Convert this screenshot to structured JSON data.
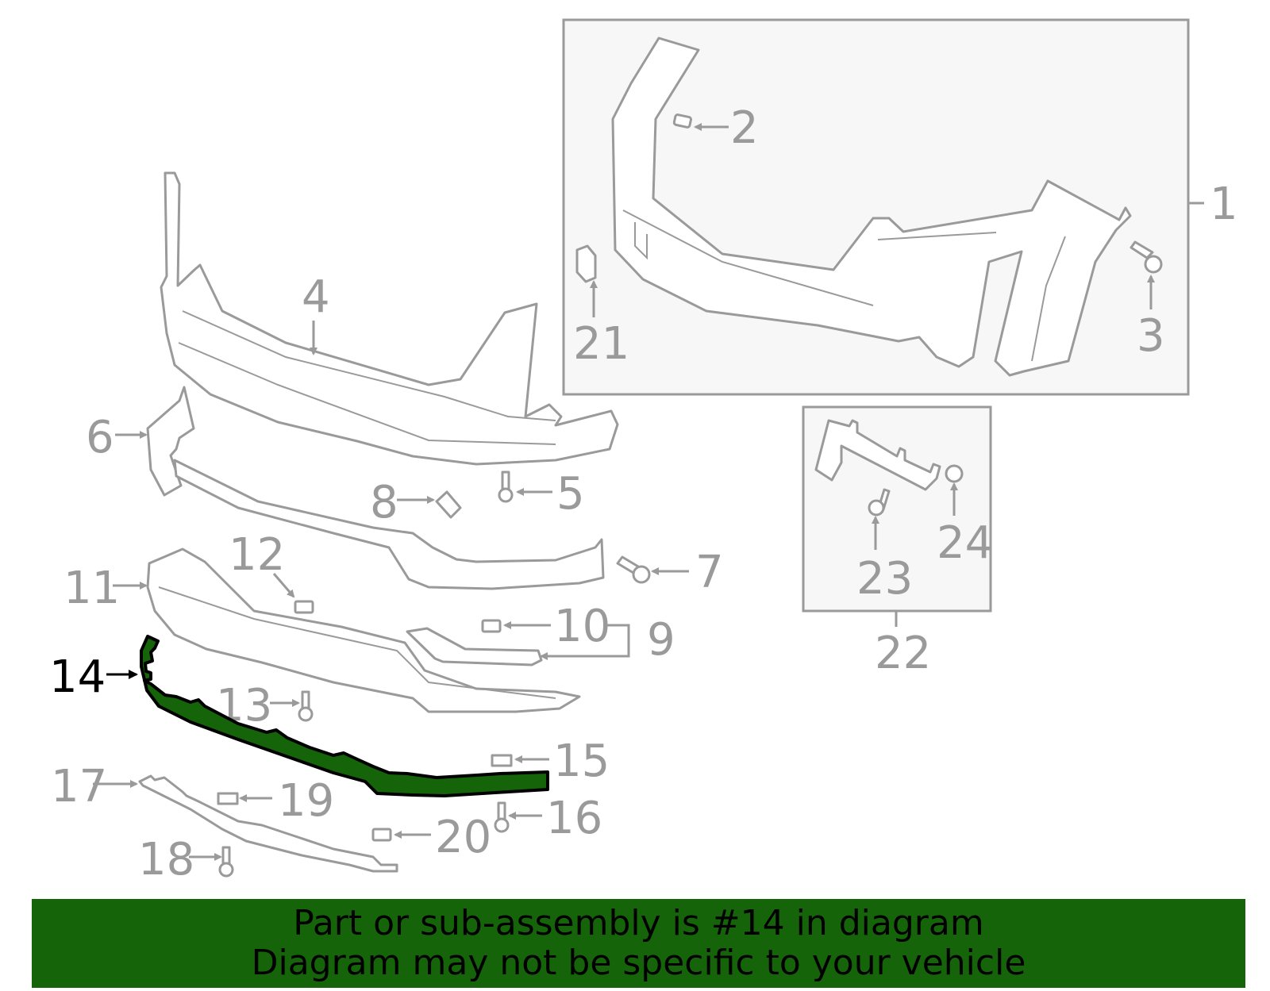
{
  "diagram": {
    "highlighted_part": "14",
    "highlight_color": "#156409",
    "line_color": "#9a9a9a",
    "box_fill": "#f7f7f7",
    "callouts": [
      {
        "id": "1",
        "label": "1"
      },
      {
        "id": "2",
        "label": "2"
      },
      {
        "id": "3",
        "label": "3"
      },
      {
        "id": "4",
        "label": "4"
      },
      {
        "id": "5",
        "label": "5"
      },
      {
        "id": "6",
        "label": "6"
      },
      {
        "id": "7",
        "label": "7"
      },
      {
        "id": "8",
        "label": "8"
      },
      {
        "id": "9",
        "label": "9"
      },
      {
        "id": "10",
        "label": "10"
      },
      {
        "id": "11",
        "label": "11"
      },
      {
        "id": "12",
        "label": "12"
      },
      {
        "id": "13",
        "label": "13"
      },
      {
        "id": "14",
        "label": "14"
      },
      {
        "id": "15",
        "label": "15"
      },
      {
        "id": "16",
        "label": "16"
      },
      {
        "id": "17",
        "label": "17"
      },
      {
        "id": "18",
        "label": "18"
      },
      {
        "id": "19",
        "label": "19"
      },
      {
        "id": "20",
        "label": "20"
      },
      {
        "id": "21",
        "label": "21"
      },
      {
        "id": "22",
        "label": "22"
      },
      {
        "id": "23",
        "label": "23"
      },
      {
        "id": "24",
        "label": "24"
      }
    ]
  },
  "banner": {
    "line1": "Part or sub-assembly is #14 in diagram",
    "line2": "Diagram may not be specific to your vehicle",
    "background": "#156409"
  }
}
